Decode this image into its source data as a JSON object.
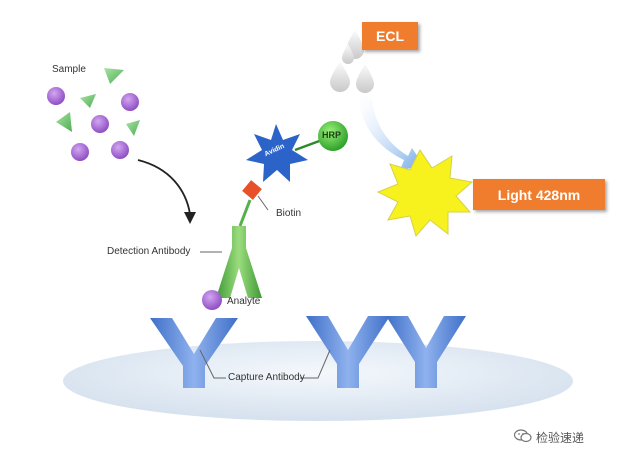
{
  "labels": {
    "sample": "Sample",
    "detection_antibody": "Detection Antibody",
    "biotin": "Biotin",
    "analyte": "Analyte",
    "capture_antibody": "Capture Antibody",
    "avidin": "Avidin",
    "hrp": "HRP",
    "ecl": "ECL",
    "light": "Light  428nm"
  },
  "watermark": {
    "text": "检验速递",
    "icon": "wechat-icon"
  },
  "colors": {
    "plate": "#dfe8f2",
    "capture_y": "#5b86d6",
    "detection_y": "#55b04a",
    "analyte": "#a56ad3",
    "sample_triangle": "#73c77a",
    "biotin": "#e8502a",
    "avidin_star": "#2c63c9",
    "hrp": "#3fbf3a",
    "light_burst": "#f7f21e",
    "accent_orange": "#f07d2e"
  }
}
